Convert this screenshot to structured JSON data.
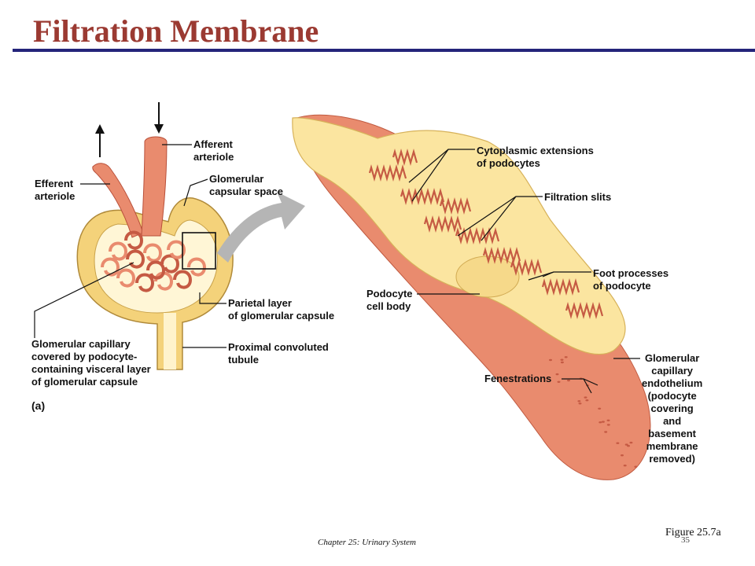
{
  "title": "Filtration Membrane",
  "colors": {
    "title": "#9b3a32",
    "rule": "#24247a",
    "capsule": "#f4d27a",
    "vessel": "#e98b6e",
    "vessel_dark": "#c55a43",
    "membrane": "#fbe5a0",
    "arrow": "#b5b5b5"
  },
  "labels": {
    "afferent": "Afferent\narteriole",
    "efferent": "Efferent\narteriole",
    "glom_space": "Glomerular\ncapsular space",
    "parietal": "Parietal layer\nof glomerular capsule",
    "pct": "Proximal convoluted\ntubule",
    "glom_capillary": "Glomerular capillary\ncovered by podocyte-\ncontaining visceral layer\nof glomerular capsule",
    "panel": "(a)",
    "cyto": "Cytoplasmic extensions\nof podocytes",
    "slits": "Filtration slits",
    "foot": "Foot processes\nof podocyte",
    "podocyte": "Podocyte\ncell body",
    "fenestrations": "Fenestrations",
    "endothelium": "Glomerular\ncapillary\nendothelium\n(podocyte\ncovering\nand\nbasement\nmembrane\nremoved)"
  },
  "footer": {
    "chapter": "Chapter 25: Urinary System",
    "figure": "Figure 25.7a",
    "page": "35"
  }
}
